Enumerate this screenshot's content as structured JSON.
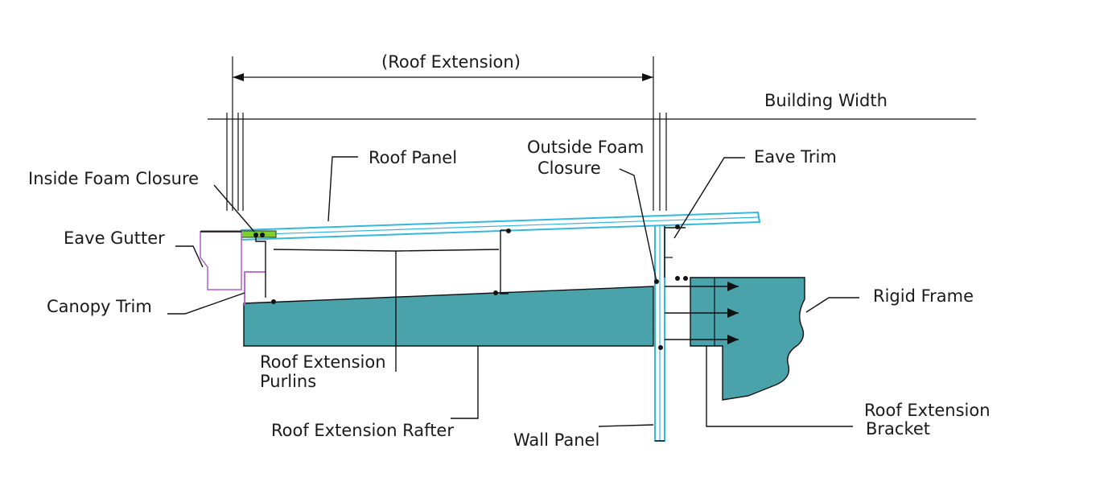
{
  "dimensions": {
    "roof_extension": "(Roof Extension)",
    "building_width": "Building Width"
  },
  "labels": {
    "roof_panel": "Roof Panel",
    "inside_foam_closure": "Inside Foam Closure",
    "eave_gutter": "Eave Gutter",
    "canopy_trim": "Canopy Trim",
    "outside_foam_closure_line1": "Outside Foam",
    "outside_foam_closure_line2": "Closure",
    "eave_trim": "Eave Trim",
    "rigid_frame": "Rigid Frame",
    "roof_extension_purlins_line1": "Roof Extension",
    "roof_extension_purlins_line2": "Purlins",
    "roof_extension_rafter": "Roof Extension Rafter",
    "wall_panel": "Wall Panel",
    "roof_extension_bracket_line1": "Roof Extension",
    "roof_extension_bracket_line2": "Bracket"
  },
  "colors": {
    "rafter_fill": "#4aa3ab",
    "panel_cyan": "#35b8e0",
    "foam_green": "#7bd12a",
    "canopy_trim": "#b05fd0",
    "line": "#111111"
  }
}
